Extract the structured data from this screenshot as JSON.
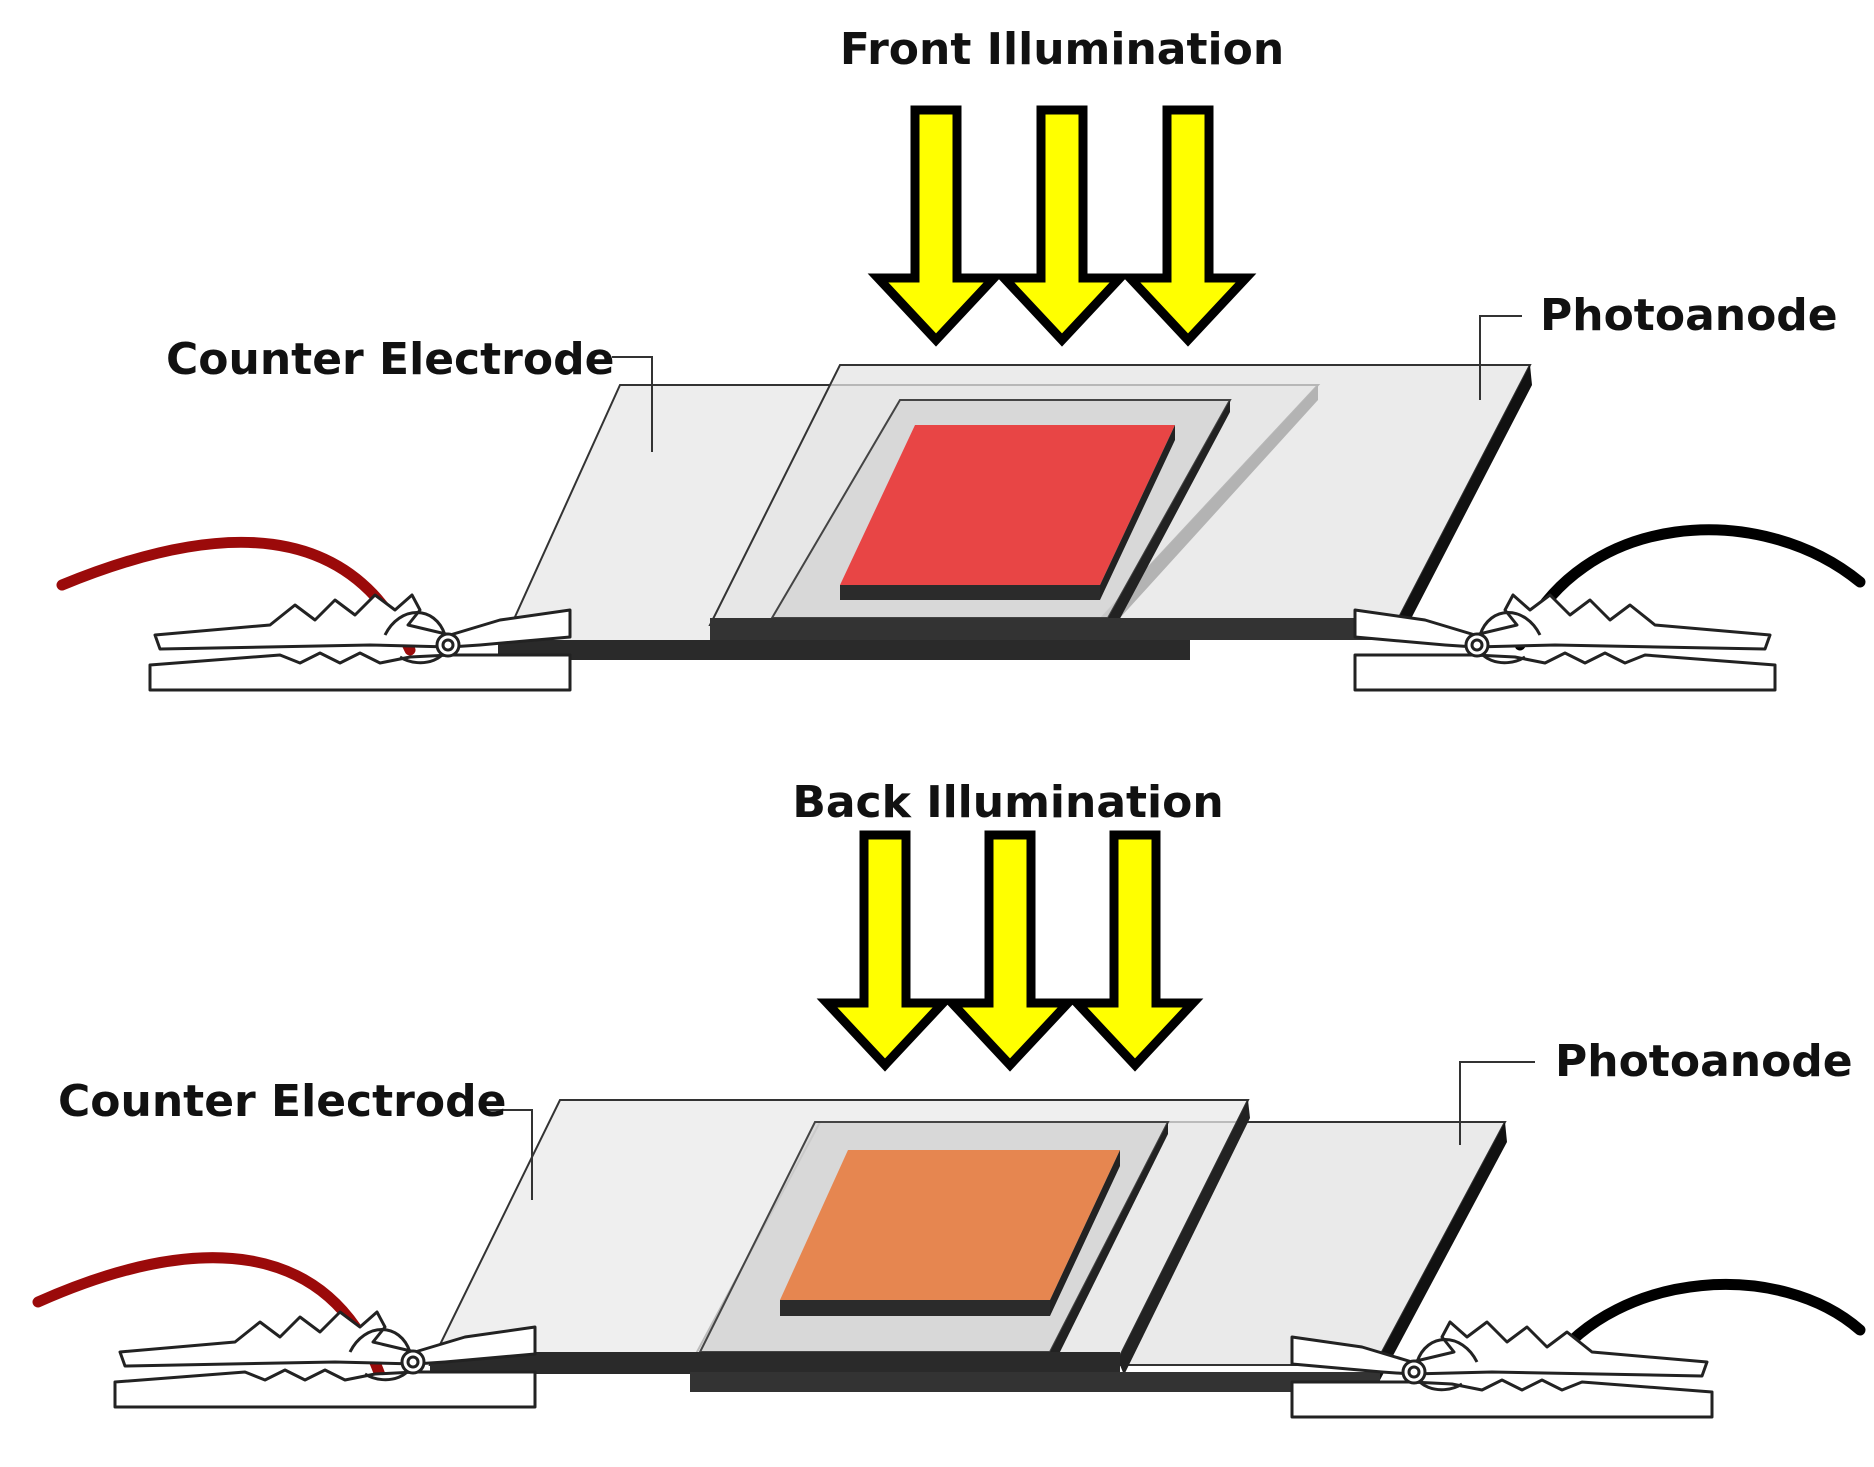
{
  "colors": {
    "arrow_fill": "#ffff00",
    "arrow_stroke": "#000000",
    "glass_fill": "#e9e9e9",
    "glass_edge": "#222222",
    "front_sample": "#e84545",
    "back_sample": "#e68650",
    "red_wire": "#9b0a0a",
    "black_wire": "#000000"
  },
  "panels": [
    {
      "title": "Front Illumination",
      "counter_label": "Counter Electrode",
      "photoanode_label": "Photoanode"
    },
    {
      "title": "Back Illumination",
      "counter_label": "Counter Electrode",
      "photoanode_label": "Photoanode"
    }
  ]
}
